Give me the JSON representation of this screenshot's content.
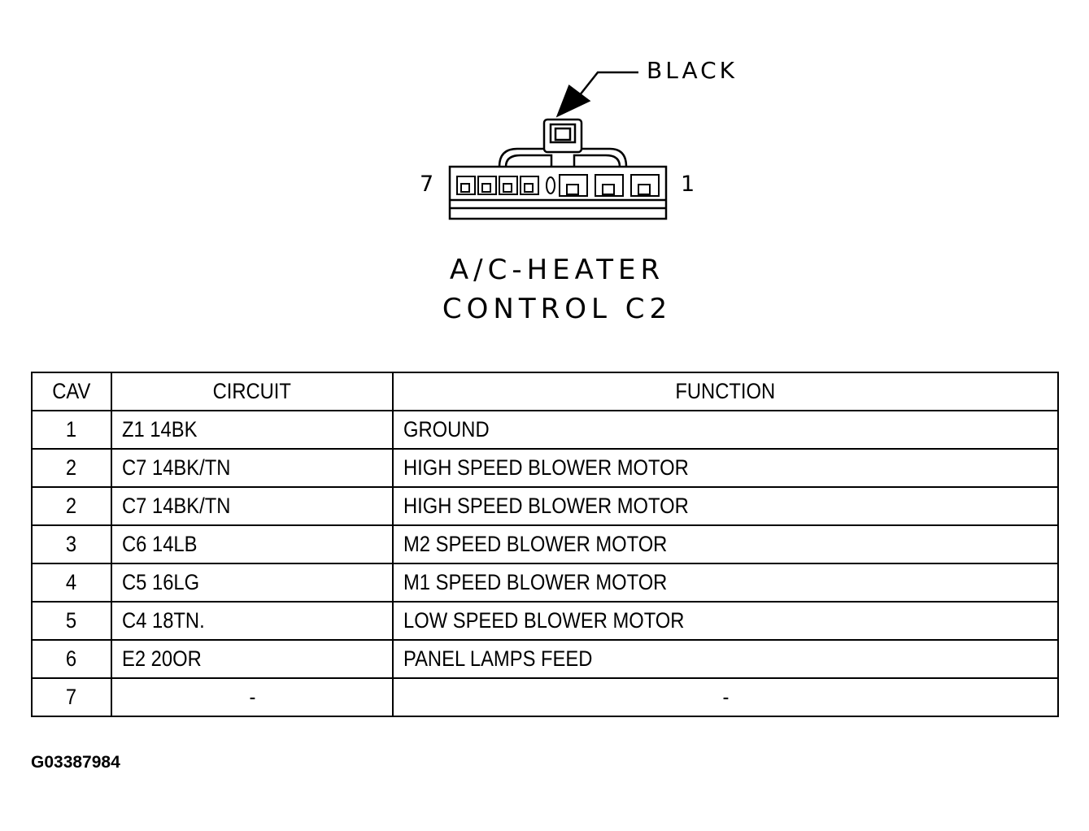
{
  "connector": {
    "wire_color_label": "BLACK",
    "pin_left": "7",
    "pin_right": "1",
    "title_line1": "A/C-HEATER",
    "title_line2": "CONTROL C2"
  },
  "table": {
    "headers": {
      "cav": "CAV",
      "circuit": "CIRCUIT",
      "function": "FUNCTION"
    },
    "rows": [
      {
        "cav": "1",
        "circuit": "Z1 14BK",
        "function": "GROUND"
      },
      {
        "cav": "2",
        "circuit": "C7 14BK/TN",
        "function": "HIGH SPEED BLOWER MOTOR"
      },
      {
        "cav": "2",
        "circuit": "C7 14BK/TN",
        "function": "HIGH SPEED BLOWER MOTOR"
      },
      {
        "cav": "3",
        "circuit": "C6 14LB",
        "function": "M2 SPEED BLOWER MOTOR"
      },
      {
        "cav": "4",
        "circuit": "C5 16LG",
        "function": "M1 SPEED BLOWER MOTOR"
      },
      {
        "cav": "5",
        "circuit": "C4 18TN.",
        "function": "LOW SPEED BLOWER MOTOR"
      },
      {
        "cav": "6",
        "circuit": "E2 20OR",
        "function": "PANEL LAMPS FEED"
      },
      {
        "cav": "7",
        "circuit": "-",
        "function": "-"
      }
    ]
  },
  "figure_id": "G03387984"
}
